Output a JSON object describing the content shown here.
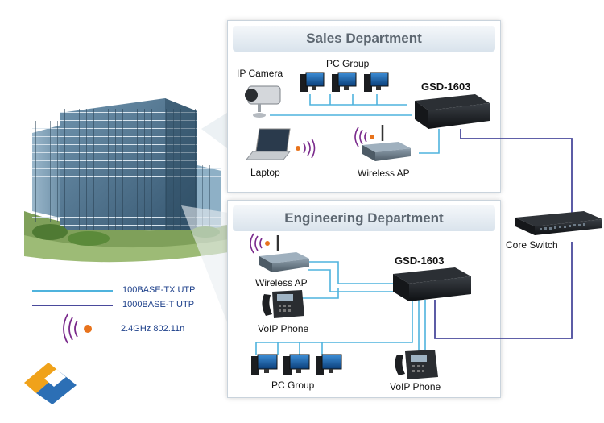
{
  "sales": {
    "title": "Sales Department",
    "ip_camera": "IP Camera",
    "pc_group": "PC Group",
    "switch": "GSD-1603",
    "laptop": "Laptop",
    "wireless_ap": "Wireless AP"
  },
  "engineering": {
    "title": "Engineering Department",
    "wireless_ap": "Wireless AP",
    "switch": "GSD-1603",
    "voip_phone_left": "VoIP Phone",
    "pc_group": "PC Group",
    "voip_phone_right": "VoIP Phone"
  },
  "core_switch": "Core Switch",
  "legend": {
    "items": [
      {
        "label": "100BASE-TX UTP",
        "color": "#4fb3dd"
      },
      {
        "label": "1000BASE-T UTP",
        "color": "#4a4a9c"
      },
      {
        "label": "2.4GHz 802.11n",
        "color": "#7a2a8c"
      }
    ]
  },
  "colors": {
    "fast_ethernet": "#4fb3dd",
    "gigabit": "#4a4a9c",
    "wifi_waves": "#7a2a8c",
    "wifi_dot": "#e8731c",
    "logo_orange": "#f0a21a",
    "logo_blue": "#2c6fb5"
  }
}
